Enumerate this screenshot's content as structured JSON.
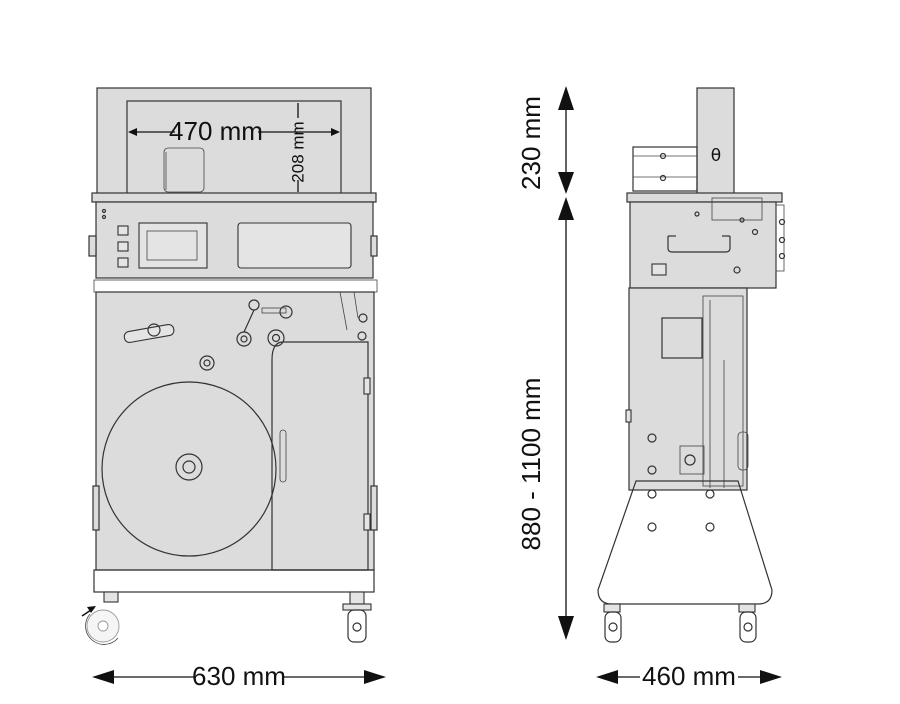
{
  "dimensions": {
    "front_width": "630 mm",
    "opening_width": "470 mm",
    "opening_height": "208 mm",
    "side_depth": "460 mm",
    "arch_height": "230 mm",
    "table_height": "880 - 1100 mm"
  },
  "symbols": {
    "side_label": "θ"
  },
  "colors": {
    "machine_body": "#dcdcdc",
    "line": "#333333",
    "dimension": "#111111",
    "background": "#ffffff"
  }
}
